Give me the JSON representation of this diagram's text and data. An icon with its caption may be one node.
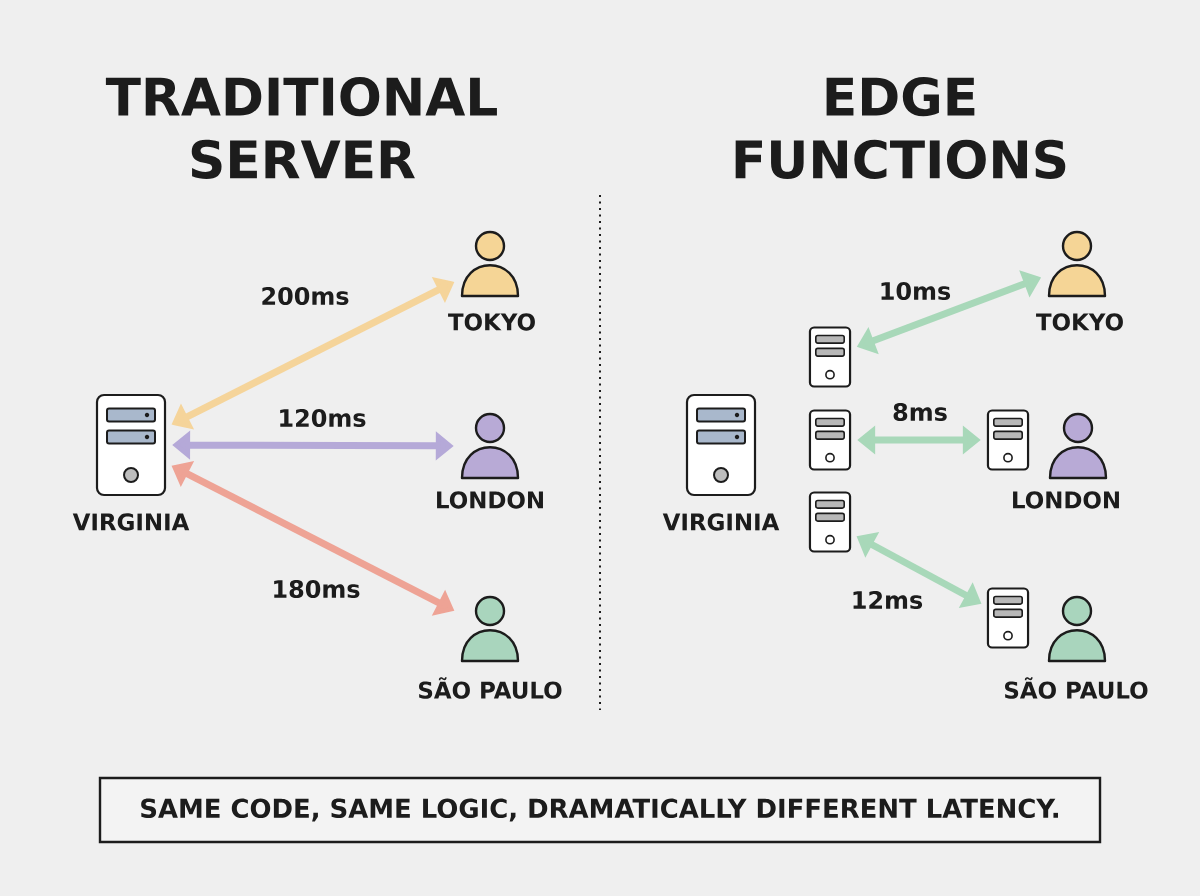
{
  "diagram": {
    "nodes": [
      {
        "text": [],
        "shape": "server",
        "beside": [
          "VIRGINIA"
        ]
      },
      {
        "text": [],
        "shape": "person",
        "beside": [
          "TOKYO"
        ]
      },
      {
        "text": [],
        "shape": "person",
        "beside": [
          "LONDON"
        ]
      },
      {
        "text": [],
        "shape": "person",
        "beside": [
          "SÃO PAULO"
        ]
      },
      {
        "text": [],
        "shape": "server",
        "beside": [
          "VIRGINIA"
        ]
      },
      {
        "text": [],
        "shape": "server"
      },
      {
        "text": [],
        "shape": "server"
      },
      {
        "text": [],
        "shape": "server"
      },
      {
        "text": [],
        "shape": "person",
        "beside": [
          "TOKYO"
        ]
      },
      {
        "text": [],
        "shape": "server"
      },
      {
        "text": [],
        "shape": "person",
        "beside": [
          "LONDON"
        ]
      },
      {
        "text": [],
        "shape": "server"
      },
      {
        "text": [],
        "shape": "person",
        "beside": [
          "SÃO PAULO"
        ]
      },
      {
        "text": [
          "SAME CODE, SAME LOGIC, DRAMATICALLY DIFFERENT LATENCY."
        ]
      }
    ],
    "edges": [
      {
        "from": 0,
        "to": 1,
        "arrow": "both",
        "label": "200ms",
        "color": "#f5d49a"
      },
      {
        "from": 0,
        "to": 2,
        "arrow": "both",
        "label": "120ms",
        "color": "#b5a9d8"
      },
      {
        "from": 0,
        "to": 3,
        "arrow": "both",
        "label": "180ms",
        "color": "#eea395"
      },
      {
        "from": 5,
        "to": 8,
        "arrow": "both",
        "label": "10ms"
      },
      {
        "from": 6,
        "to": 9,
        "arrow": "both",
        "label": "8ms"
      },
      {
        "from": 7,
        "to": 11,
        "arrow": "both",
        "label": "12ms"
      }
    ],
    "labels": [
      "TRADITIONAL SERVER",
      "EDGE FUNCTIONS"
    ]
  }
}
